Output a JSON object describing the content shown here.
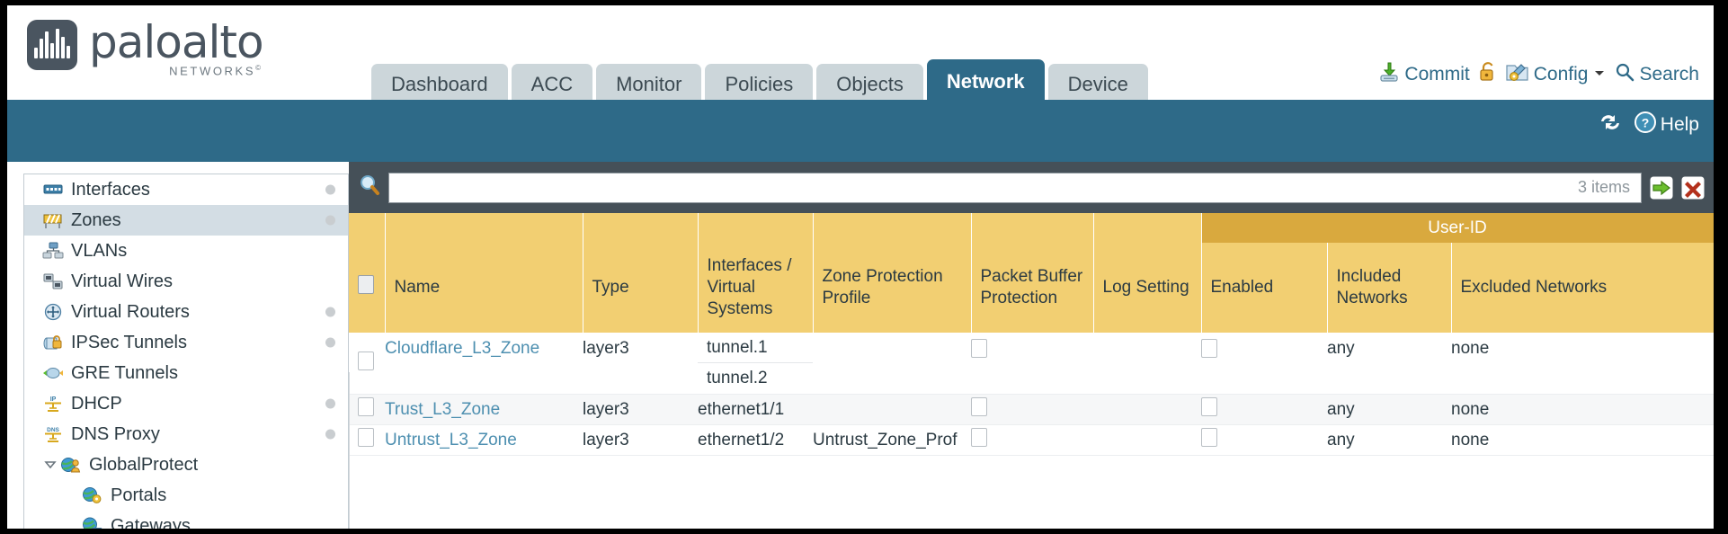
{
  "brand": {
    "name": "paloalto",
    "sub": "NETWORKS",
    "sub_mark": "©"
  },
  "nav": {
    "tabs": [
      {
        "label": "Dashboard",
        "active": false
      },
      {
        "label": "ACC",
        "active": false
      },
      {
        "label": "Monitor",
        "active": false
      },
      {
        "label": "Policies",
        "active": false
      },
      {
        "label": "Objects",
        "active": false
      },
      {
        "label": "Network",
        "active": true
      },
      {
        "label": "Device",
        "active": false
      }
    ]
  },
  "header_actions": {
    "commit": "Commit",
    "config": "Config",
    "search": "Search",
    "lock_icon": "padlock-icon",
    "commit_icon": "commit-icon",
    "config_icon": "config-icon",
    "search_icon": "search-icon",
    "caret_icon": "chevron-down-icon"
  },
  "teal_bar": {
    "refresh_icon": "refresh-icon",
    "help_label": "Help",
    "help_icon": "help-icon"
  },
  "sidebar": {
    "items": [
      {
        "label": "Interfaces",
        "icon": "interfaces-icon",
        "dot": true,
        "selected": false,
        "child": false,
        "twisty": false
      },
      {
        "label": "Zones",
        "icon": "zones-icon",
        "dot": true,
        "selected": true,
        "child": false,
        "twisty": false
      },
      {
        "label": "VLANs",
        "icon": "vlans-icon",
        "dot": false,
        "selected": false,
        "child": false,
        "twisty": false
      },
      {
        "label": "Virtual Wires",
        "icon": "virtual-wires-icon",
        "dot": false,
        "selected": false,
        "child": false,
        "twisty": false
      },
      {
        "label": "Virtual Routers",
        "icon": "virtual-routers-icon",
        "dot": true,
        "selected": false,
        "child": false,
        "twisty": false
      },
      {
        "label": "IPSec Tunnels",
        "icon": "ipsec-tunnels-icon",
        "dot": true,
        "selected": false,
        "child": false,
        "twisty": false
      },
      {
        "label": "GRE Tunnels",
        "icon": "gre-tunnels-icon",
        "dot": false,
        "selected": false,
        "child": false,
        "twisty": false
      },
      {
        "label": "DHCP",
        "icon": "dhcp-icon",
        "dot": true,
        "selected": false,
        "child": false,
        "twisty": false
      },
      {
        "label": "DNS Proxy",
        "icon": "dns-proxy-icon",
        "dot": true,
        "selected": false,
        "child": false,
        "twisty": false
      },
      {
        "label": "GlobalProtect",
        "icon": "globalprotect-icon",
        "dot": false,
        "selected": false,
        "child": false,
        "twisty": true
      },
      {
        "label": "Portals",
        "icon": "portals-icon",
        "dot": false,
        "selected": false,
        "child": true,
        "twisty": false
      },
      {
        "label": "Gateways",
        "icon": "gateways-icon",
        "dot": false,
        "selected": false,
        "child": true,
        "twisty": false
      }
    ]
  },
  "search": {
    "value": "",
    "placeholder": "",
    "item_count": "3 items",
    "apply_icon": "apply-filter-icon",
    "clear_icon": "clear-filter-icon",
    "magnifier_icon": "magnifier-icon"
  },
  "table": {
    "group_header": "User-ID",
    "columns": [
      "Name",
      "Type",
      "Interfaces / Virtual Systems",
      "Zone Protection Profile",
      "Packet Buffer Protection",
      "Log Setting",
      "Enabled",
      "Included Networks",
      "Excluded Networks"
    ],
    "rows": [
      {
        "selected": false,
        "name": "Cloudflare_L3_Zone",
        "type": "layer3",
        "interfaces": [
          "tunnel.1",
          "tunnel.2"
        ],
        "zone_protection_profile": "",
        "packet_buffer_protection": false,
        "log_setting": "",
        "userid_enabled": false,
        "included_networks": "any",
        "excluded_networks": "none"
      },
      {
        "selected": false,
        "name": "Trust_L3_Zone",
        "type": "layer3",
        "interfaces": [
          "ethernet1/1"
        ],
        "zone_protection_profile": "",
        "packet_buffer_protection": false,
        "log_setting": "",
        "userid_enabled": false,
        "included_networks": "any",
        "excluded_networks": "none"
      },
      {
        "selected": false,
        "name": "Untrust_L3_Zone",
        "type": "layer3",
        "interfaces": [
          "ethernet1/2"
        ],
        "zone_protection_profile": "Untrust_Zone_Prof",
        "packet_buffer_protection": false,
        "log_setting": "",
        "userid_enabled": false,
        "included_networks": "any",
        "excluded_networks": "none"
      }
    ]
  },
  "colors": {
    "teal": "#2e6a88",
    "dark_slate": "#455058",
    "header_yellow": "#f2cf72",
    "group_yellow": "#d9a93e",
    "link_blue": "#4d8fb0",
    "sidebar_selected": "#d3dde4"
  }
}
